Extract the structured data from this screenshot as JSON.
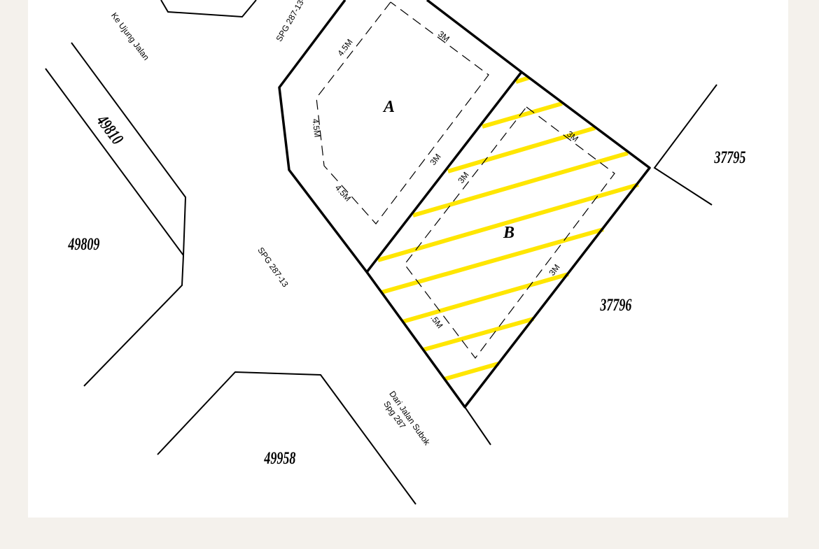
{
  "lots": {
    "l49810": "49810",
    "l49809": "49809",
    "l49958": "49958",
    "l37795": "37795",
    "l37796": "37796"
  },
  "plots": {
    "a": "A",
    "b": "B"
  },
  "roads": {
    "ke_ujung_jalan": "Ke Ujung Jalan",
    "spg_top": "SPG 287-13-",
    "spg_mid": "SPG 287-13",
    "dari_line1": "Dari Jalan Subok",
    "dari_line2": "Spg 287"
  },
  "setbacks": {
    "a_top_left": "4.5M",
    "a_top_right": "3M",
    "a_left": "4.5M",
    "a_bottom_left": "4.5M",
    "a_right": "3M",
    "b_top": "3M",
    "b_left_top": "3M",
    "b_right": "3M",
    "b_left_bottom": ".5M"
  },
  "colors": {
    "hatch": "#ffe600",
    "background": "#f4f1ec",
    "sheet": "#ffffff"
  }
}
